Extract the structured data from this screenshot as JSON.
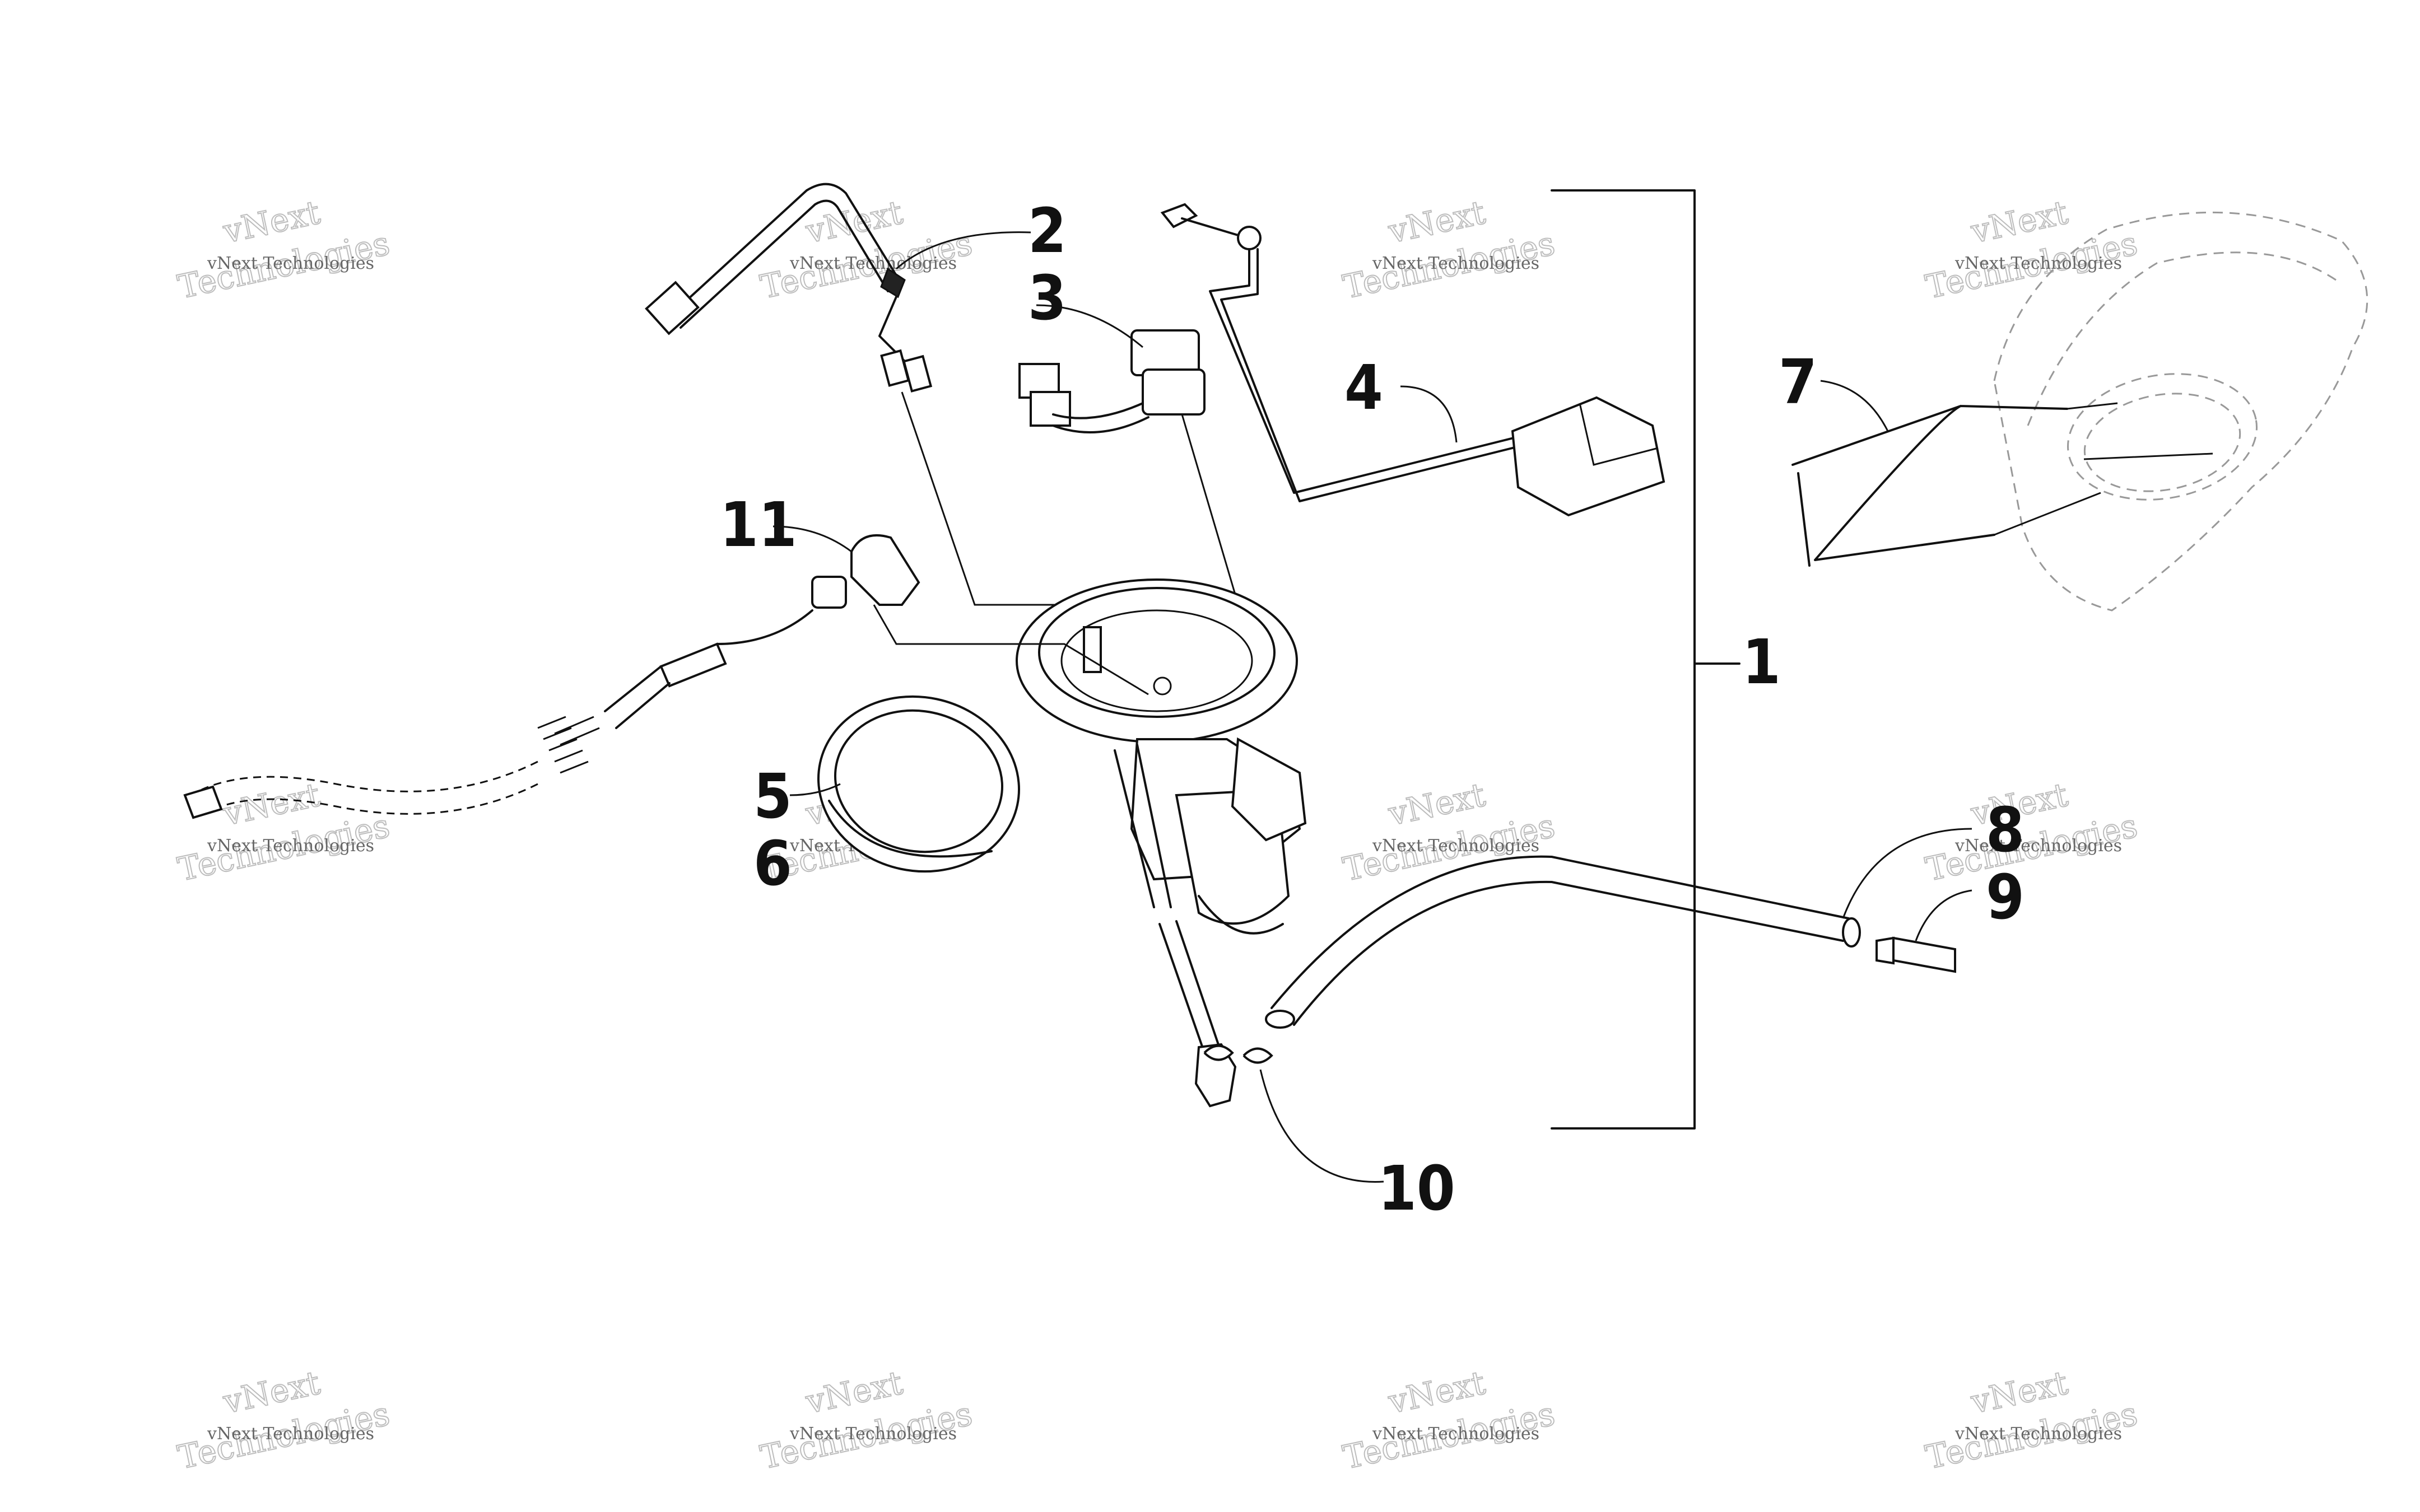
{
  "callouts": [
    {
      "id": "1",
      "label": "1"
    },
    {
      "id": "2",
      "label": "2"
    },
    {
      "id": "3",
      "label": "3"
    },
    {
      "id": "4",
      "label": "4"
    },
    {
      "id": "5",
      "label": "5"
    },
    {
      "id": "6",
      "label": "6"
    },
    {
      "id": "7",
      "label": "7"
    },
    {
      "id": "8",
      "label": "8"
    },
    {
      "id": "9",
      "label": "9"
    },
    {
      "id": "10",
      "label": "10"
    },
    {
      "id": "11",
      "label": "11"
    }
  ],
  "watermark": {
    "small_text": "vNext Technologies",
    "big_text": "Technologies",
    "big_prefix": "vNext"
  }
}
